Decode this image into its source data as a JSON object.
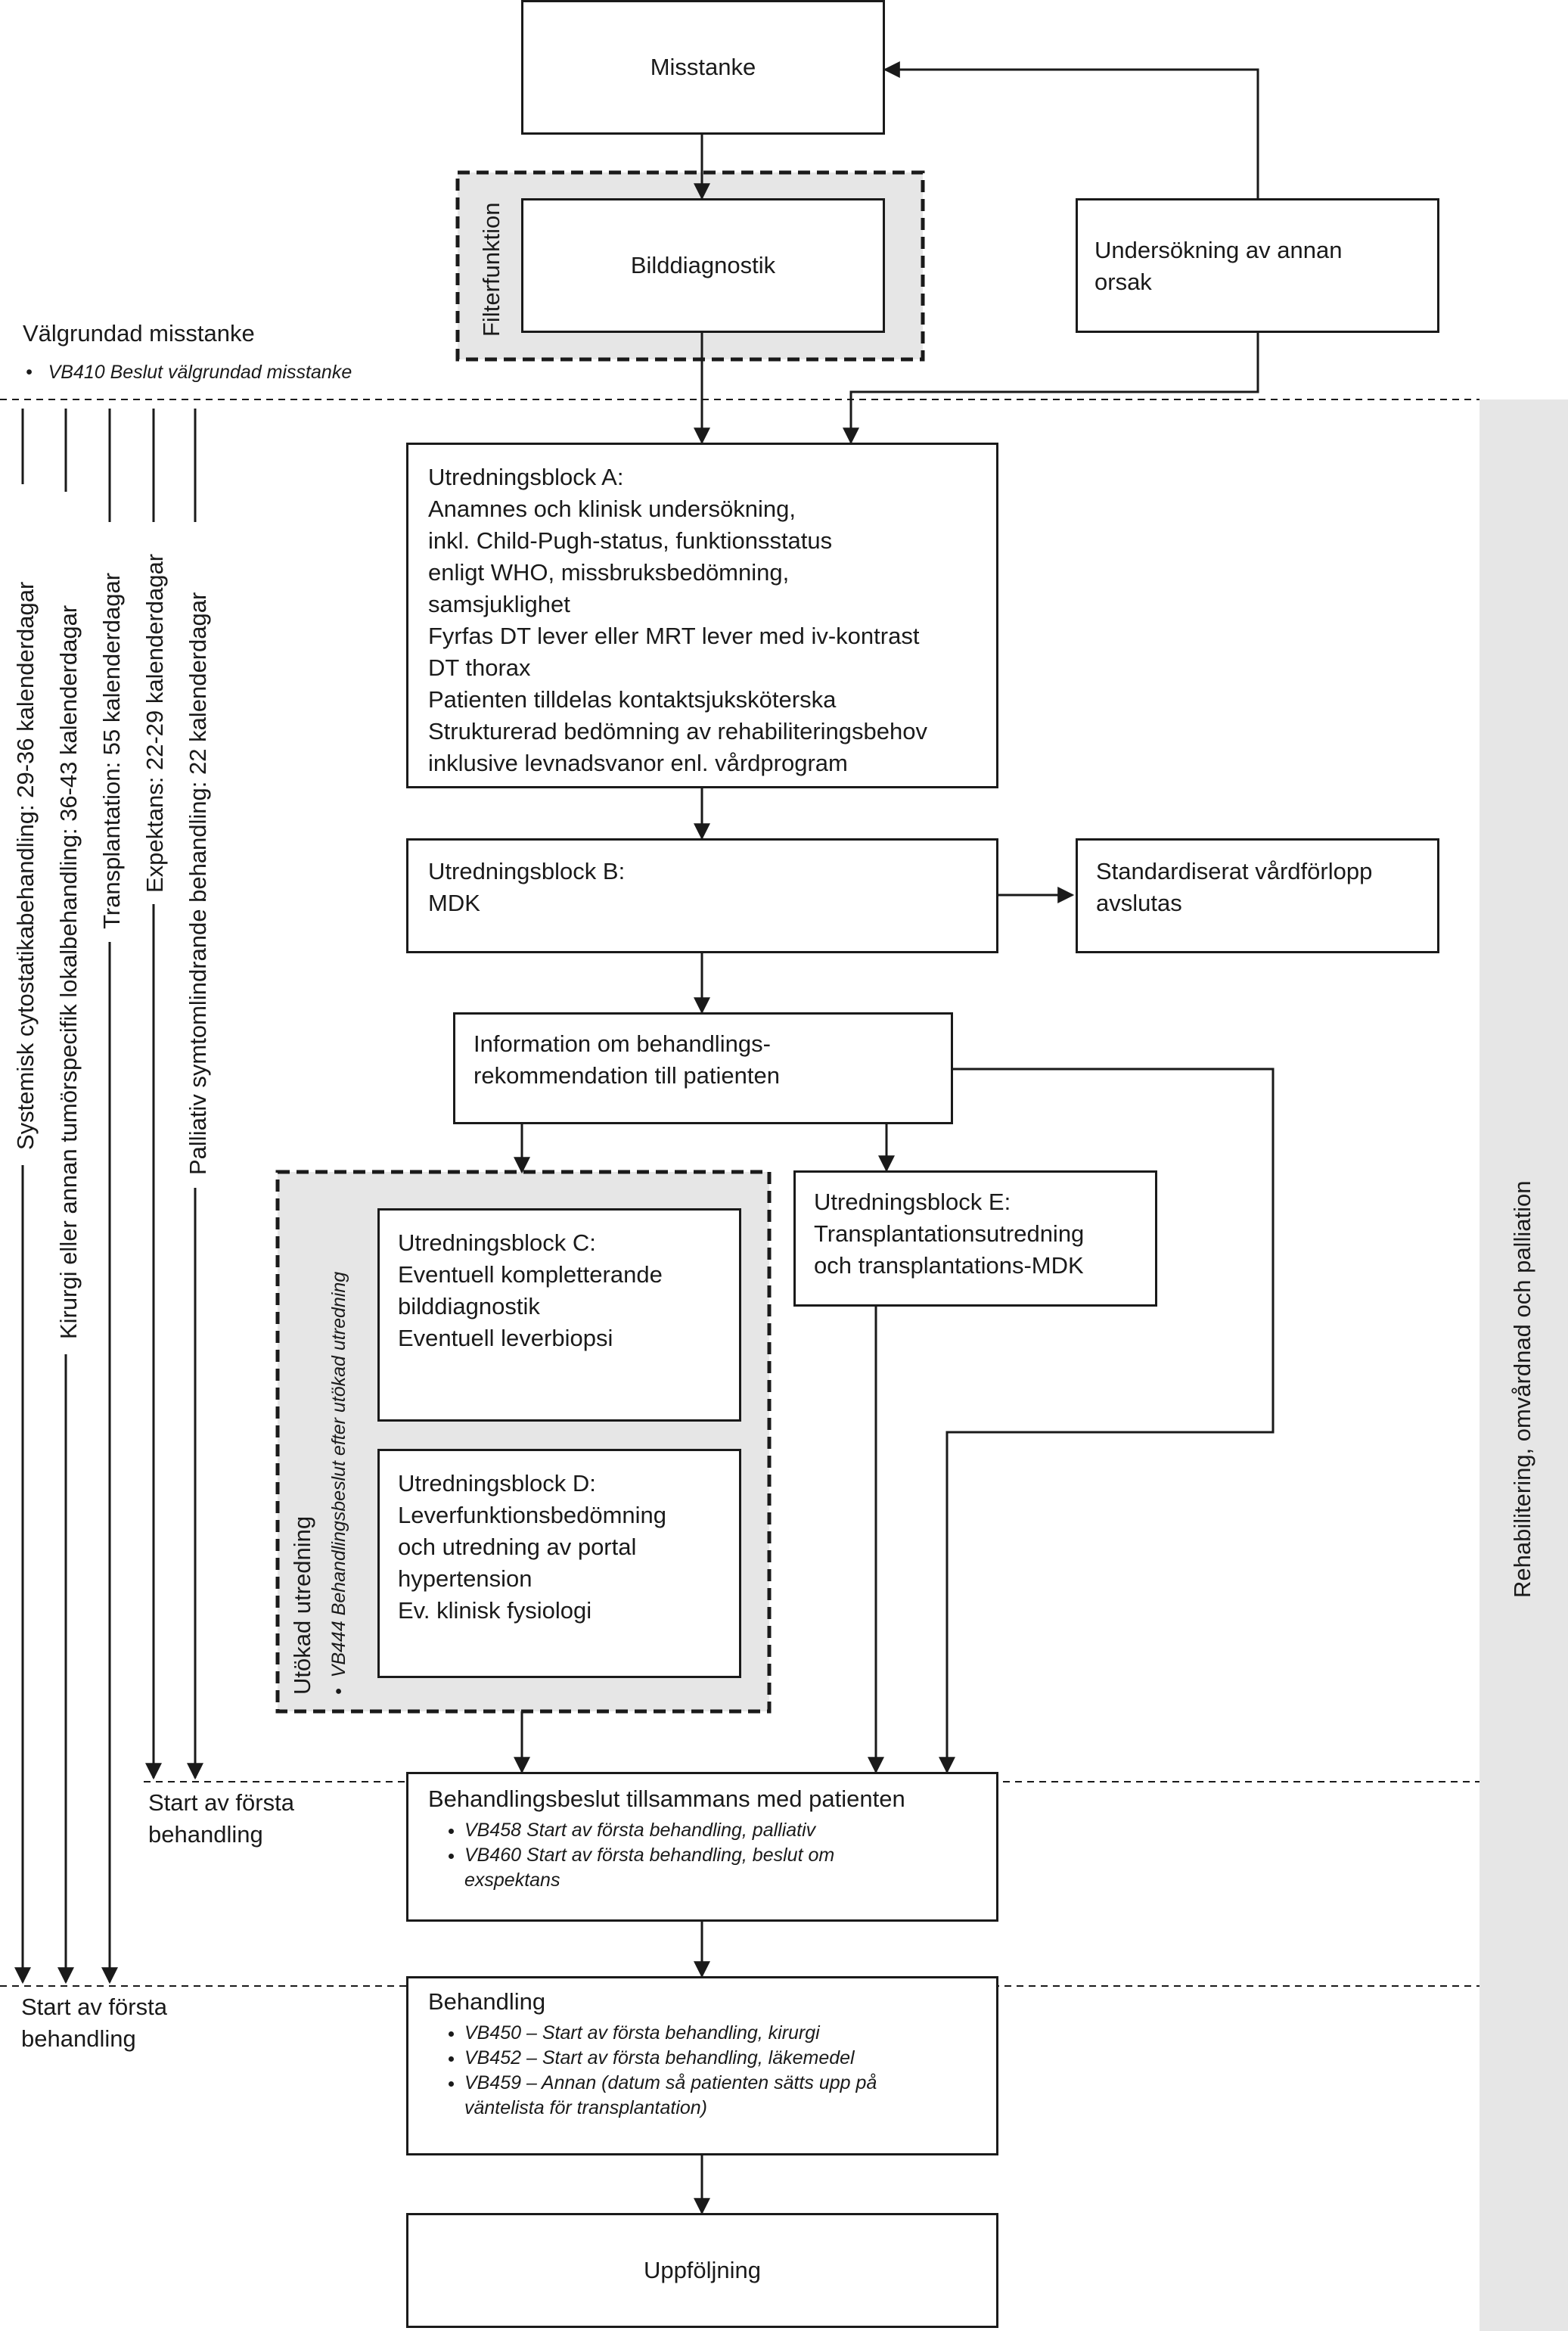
{
  "diagram": {
    "misstanke": "Misstanke",
    "filterfunktion": "Filterfunktion",
    "bilddiagnostik": "Bilddiagnostik",
    "annan_orsak": [
      "Undersökning av annan",
      "orsak"
    ],
    "valgrundad": {
      "title": "Välgrundad misstanke",
      "bullet": "VB410 Beslut välgrundad misstanke"
    },
    "block_a": [
      "Utredningsblock A:",
      "Anamnes och klinisk undersökning,",
      "inkl. Child-Pugh-status, funktionsstatus",
      "enligt WHO, missbruksbedömning,",
      "samsjuklighet",
      "Fyrfas DT lever eller MRT lever med iv-kontrast",
      "DT thorax",
      "Patienten tilldelas kontaktsjuksköterska",
      "Strukturerad bedömning av rehabiliteringsbehov",
      "inklusive levnadsvanor enl. vårdprogram"
    ],
    "block_b": [
      "Utredningsblock B:",
      "MDK"
    ],
    "svf_avslutas": [
      "Standardiserat vårdförlopp",
      "avslutas"
    ],
    "information": [
      "Information om behandlings-",
      "rekommendation till patienten"
    ],
    "utokad": {
      "title": "Utökad utredning",
      "bullet": "VB444 Behandlingsbeslut efter utökad utredning"
    },
    "block_c": [
      "Utredningsblock C:",
      "Eventuell kompletterande",
      "bilddiagnostik",
      "Eventuell leverbiopsi"
    ],
    "block_d": [
      "Utredningsblock D:",
      "Leverfunktionsbedömning",
      "och utredning av portal",
      "hypertension",
      "Ev. klinisk fysiologi"
    ],
    "block_e": [
      "Utredningsblock E:",
      "Transplantationsutredning",
      "och transplantations-MDK"
    ],
    "behandlingsbeslut": {
      "title": "Behandlingsbeslut tillsammans med patienten",
      "bullets": [
        "VB458 Start av första behandling, palliativ",
        "VB460 Start av första behandling, beslut om",
        "exspektans"
      ]
    },
    "behandling": {
      "title": "Behandling",
      "bullets": [
        "VB450 – Start av första behandling, kirurgi",
        "VB452 – Start av första behandling, läkemedel",
        "VB459 – Annan (datum så patienten sätts upp på",
        "väntelista för transplantation)"
      ]
    },
    "uppfoljning": "Uppföljning",
    "start_forsta_1": [
      "Start av första",
      "behandling"
    ],
    "start_forsta_2": [
      "Start av första",
      "behandling"
    ],
    "timelines": [
      "Systemisk cytostatikabehandling: 29-36 kalenderdagar",
      "Kirurgi eller annan tumörspecifik lokalbehandling: 36-43 kalenderdagar",
      "Transplantation: 55 kalenderdagar",
      "Expektans: 22-29 kalenderdagar",
      "Palliativ symtomlindrande behandling: 22 kalenderdagar"
    ],
    "sidebar": "Rehabilitering, omvårdnad och palliation"
  },
  "colors": {
    "line": "#1a1a1a",
    "shade": "#e6e6e6"
  }
}
